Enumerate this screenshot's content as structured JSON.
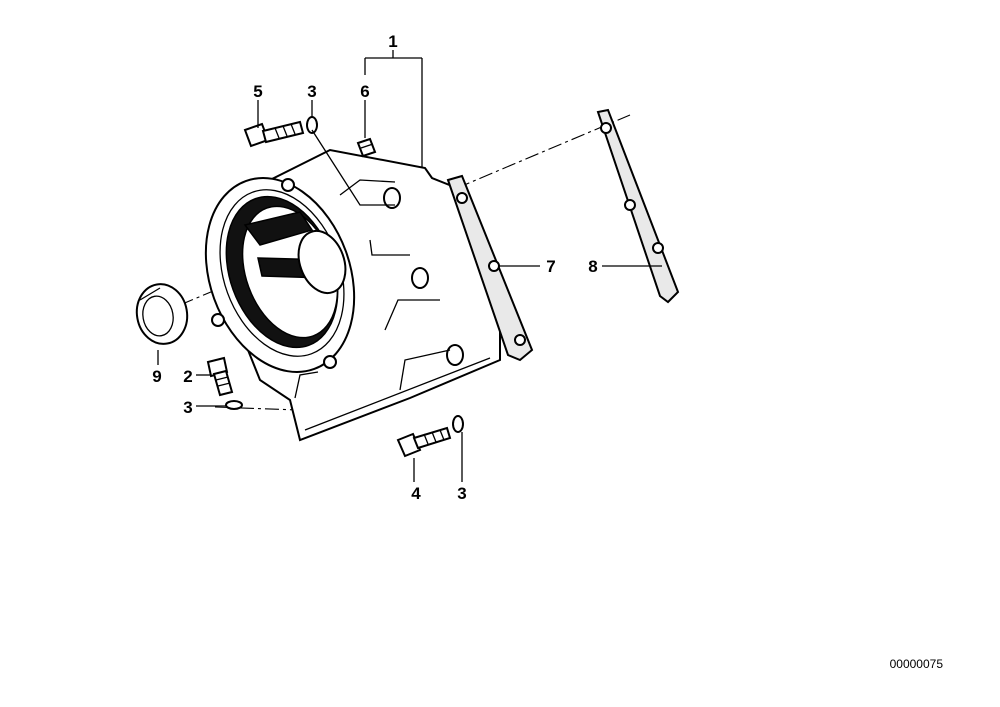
{
  "diagram": {
    "document_number": "00000075",
    "callouts": [
      {
        "id": "c1",
        "label": "1"
      },
      {
        "id": "c5",
        "label": "5"
      },
      {
        "id": "c3a",
        "label": "3"
      },
      {
        "id": "c6",
        "label": "6"
      },
      {
        "id": "c7",
        "label": "7"
      },
      {
        "id": "c8",
        "label": "8"
      },
      {
        "id": "c9",
        "label": "9"
      },
      {
        "id": "c2",
        "label": "2"
      },
      {
        "id": "c3b",
        "label": "3"
      },
      {
        "id": "c4",
        "label": "4"
      },
      {
        "id": "c3c",
        "label": "3"
      }
    ]
  }
}
